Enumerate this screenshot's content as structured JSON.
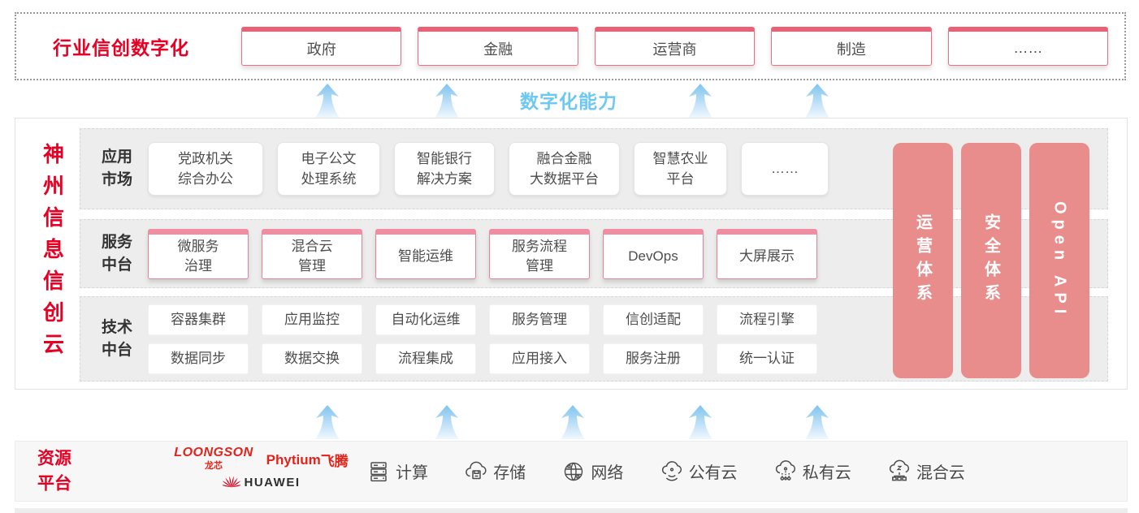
{
  "colors": {
    "brand_red": "#e60023",
    "bar_salmon": "#e88c8c",
    "capability_blue": "#6ec8f2",
    "vendor_red": "#e2231a"
  },
  "industry_banner": {
    "label": "行业信创数字化",
    "sectors": [
      "政府",
      "金融",
      "运营商",
      "制造",
      "……"
    ]
  },
  "capability_label": "数字化能力",
  "cloud_platform": {
    "title": "神州信息信创云",
    "app_market": {
      "label": "应用\n市场",
      "items": [
        "党政机关\n综合办公",
        "电子公文\n处理系统",
        "智能银行\n解决方案",
        "融合金融\n大数据平台",
        "智慧农业\n平台",
        "……"
      ]
    },
    "service_middle": {
      "label": "服务\n中台",
      "items": [
        "微服务\n治理",
        "混合云\n管理",
        "智能运维",
        "服务流程\n管理",
        "DevOps",
        "大屏展示"
      ]
    },
    "tech_middle": {
      "label": "技术\n中台",
      "items": [
        "容器集群",
        "应用监控",
        "自动化运维",
        "服务管理",
        "信创适配",
        "流程引擎",
        "数据同步",
        "数据交换",
        "流程集成",
        "应用接入",
        "服务注册",
        "统一认证"
      ]
    },
    "side_bars": [
      "运营体系",
      "安全体系",
      "Open API"
    ]
  },
  "resource_platform": {
    "label": "资源\n平台",
    "vendors": {
      "loongson": "LOONGSON",
      "loongson_sub": "龙芯",
      "phytium": "Phytium",
      "phytium_sub": "飞腾",
      "huawei": "HUAWEI"
    },
    "items": [
      {
        "icon": "compute-icon",
        "label": "计算"
      },
      {
        "icon": "storage-icon",
        "label": "存储"
      },
      {
        "icon": "network-icon",
        "label": "网络"
      },
      {
        "icon": "public-cloud-icon",
        "label": "公有云"
      },
      {
        "icon": "private-cloud-icon",
        "label": "私有云"
      },
      {
        "icon": "hybrid-cloud-icon",
        "label": "混合云"
      }
    ]
  }
}
